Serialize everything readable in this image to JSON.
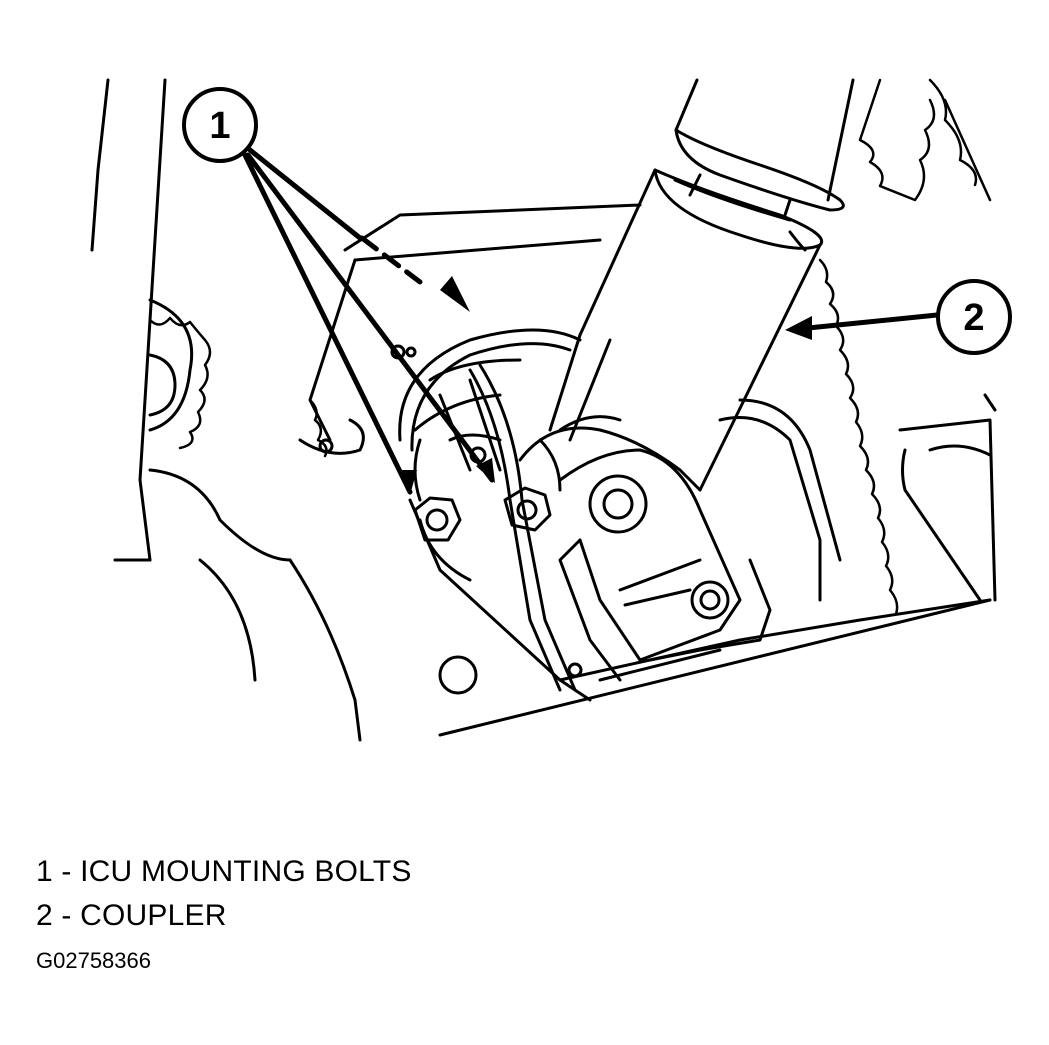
{
  "callouts": [
    {
      "number": "1"
    },
    {
      "number": "2"
    }
  ],
  "legend": [
    {
      "text": "1 - ICU MOUNTING BOLTS"
    },
    {
      "text": "2 - COUPLER"
    }
  ],
  "figure_id": "G02758366"
}
